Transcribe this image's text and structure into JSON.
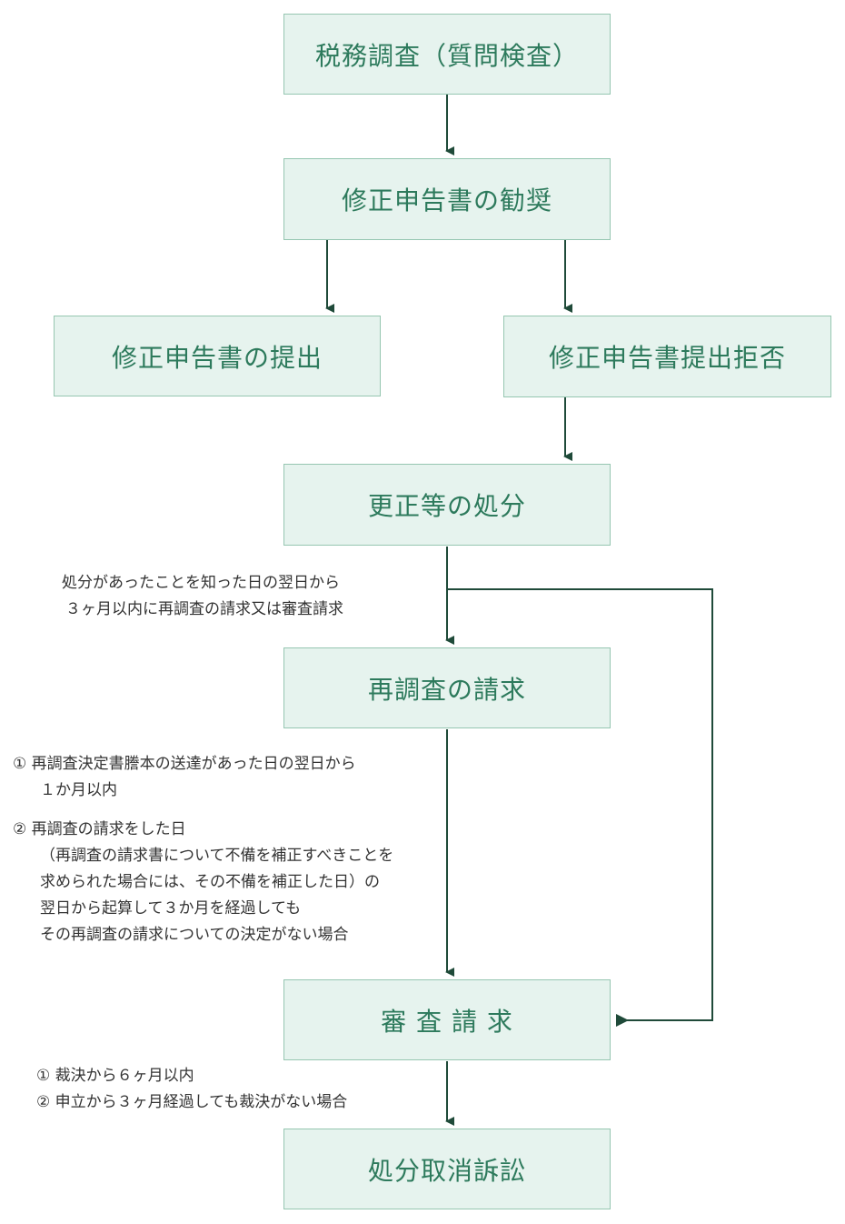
{
  "boxes": {
    "tax_investigation": "税務調査（質問検査）",
    "recommend_amended": "修正申告書の勧奨",
    "submit_amended": "修正申告書の提出",
    "refuse_amended": "修正申告書提出拒否",
    "correction_disposition": "更正等の処分",
    "reinvestigation_request": "再調査の請求",
    "examination_request": "審 査 請 求",
    "revocation_suit": "処分取消訴訟"
  },
  "notes": {
    "deadline": [
      "処分があったことを知った日の翌日から",
      "３ヶ月以内に再調査の請求又は審査請求"
    ],
    "reinvestigation_conditions": [
      "① 再調査決定書謄本の送達があった日の翌日から",
      "１か月以内",
      "② 再調査の請求をした日",
      "（再調査の請求書について不備を補正すべきことを",
      "求められた場合には、その不備を補正した日）の",
      "翌日から起算して３か月を経過しても",
      "その再調査の請求についての決定がない場合"
    ],
    "suit_conditions": [
      "① 裁決から６ヶ月以内",
      "② 申立から３ヶ月経過しても裁決がない場合"
    ]
  },
  "colors": {
    "box_fill": "#e6f3ee",
    "box_border": "#96c6b1",
    "box_text": "#2d7a5c",
    "arrow": "#1f4a39"
  }
}
